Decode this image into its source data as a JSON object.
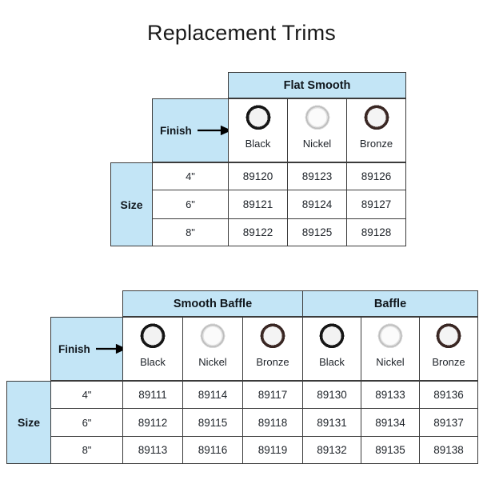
{
  "page": {
    "title": "Replacement Trims",
    "background": "#ffffff",
    "header_fill": "#c3e5f6",
    "border_color": "#3b3b3b"
  },
  "labels": {
    "finish": "Finish",
    "size": "Size",
    "arrow_icon": "right-arrow-icon"
  },
  "finishes": [
    {
      "name": "Black",
      "swatch": "black-trim-ring-icon",
      "color": "#1b1b1b"
    },
    {
      "name": "Nickel",
      "swatch": "nickel-trim-ring-icon",
      "color": "#c0c0c0"
    },
    {
      "name": "Bronze",
      "swatch": "bronze-trim-ring-icon",
      "color": "#3f2b27"
    }
  ],
  "sizes": [
    "4\"",
    "6\"",
    "8\""
  ],
  "tables": [
    {
      "id": "flat-smooth-table",
      "groups": [
        {
          "label": "Flat Smooth",
          "finishes": [
            "Black",
            "Nickel",
            "Bronze"
          ],
          "rows": [
            [
              "89120",
              "89123",
              "89126"
            ],
            [
              "89121",
              "89124",
              "89127"
            ],
            [
              "89122",
              "89125",
              "89128"
            ]
          ]
        }
      ]
    },
    {
      "id": "baffle-table",
      "groups": [
        {
          "label": "Smooth Baffle",
          "finishes": [
            "Black",
            "Nickel",
            "Bronze"
          ],
          "rows": [
            [
              "89111",
              "89114",
              "89117"
            ],
            [
              "89112",
              "89115",
              "89118"
            ],
            [
              "89113",
              "89116",
              "89119"
            ]
          ]
        },
        {
          "label": "Baffle",
          "finishes": [
            "Black",
            "Nickel",
            "Bronze"
          ],
          "rows": [
            [
              "89130",
              "89133",
              "89136"
            ],
            [
              "89131",
              "89134",
              "89137"
            ],
            [
              "89132",
              "89135",
              "89138"
            ]
          ]
        }
      ]
    }
  ]
}
